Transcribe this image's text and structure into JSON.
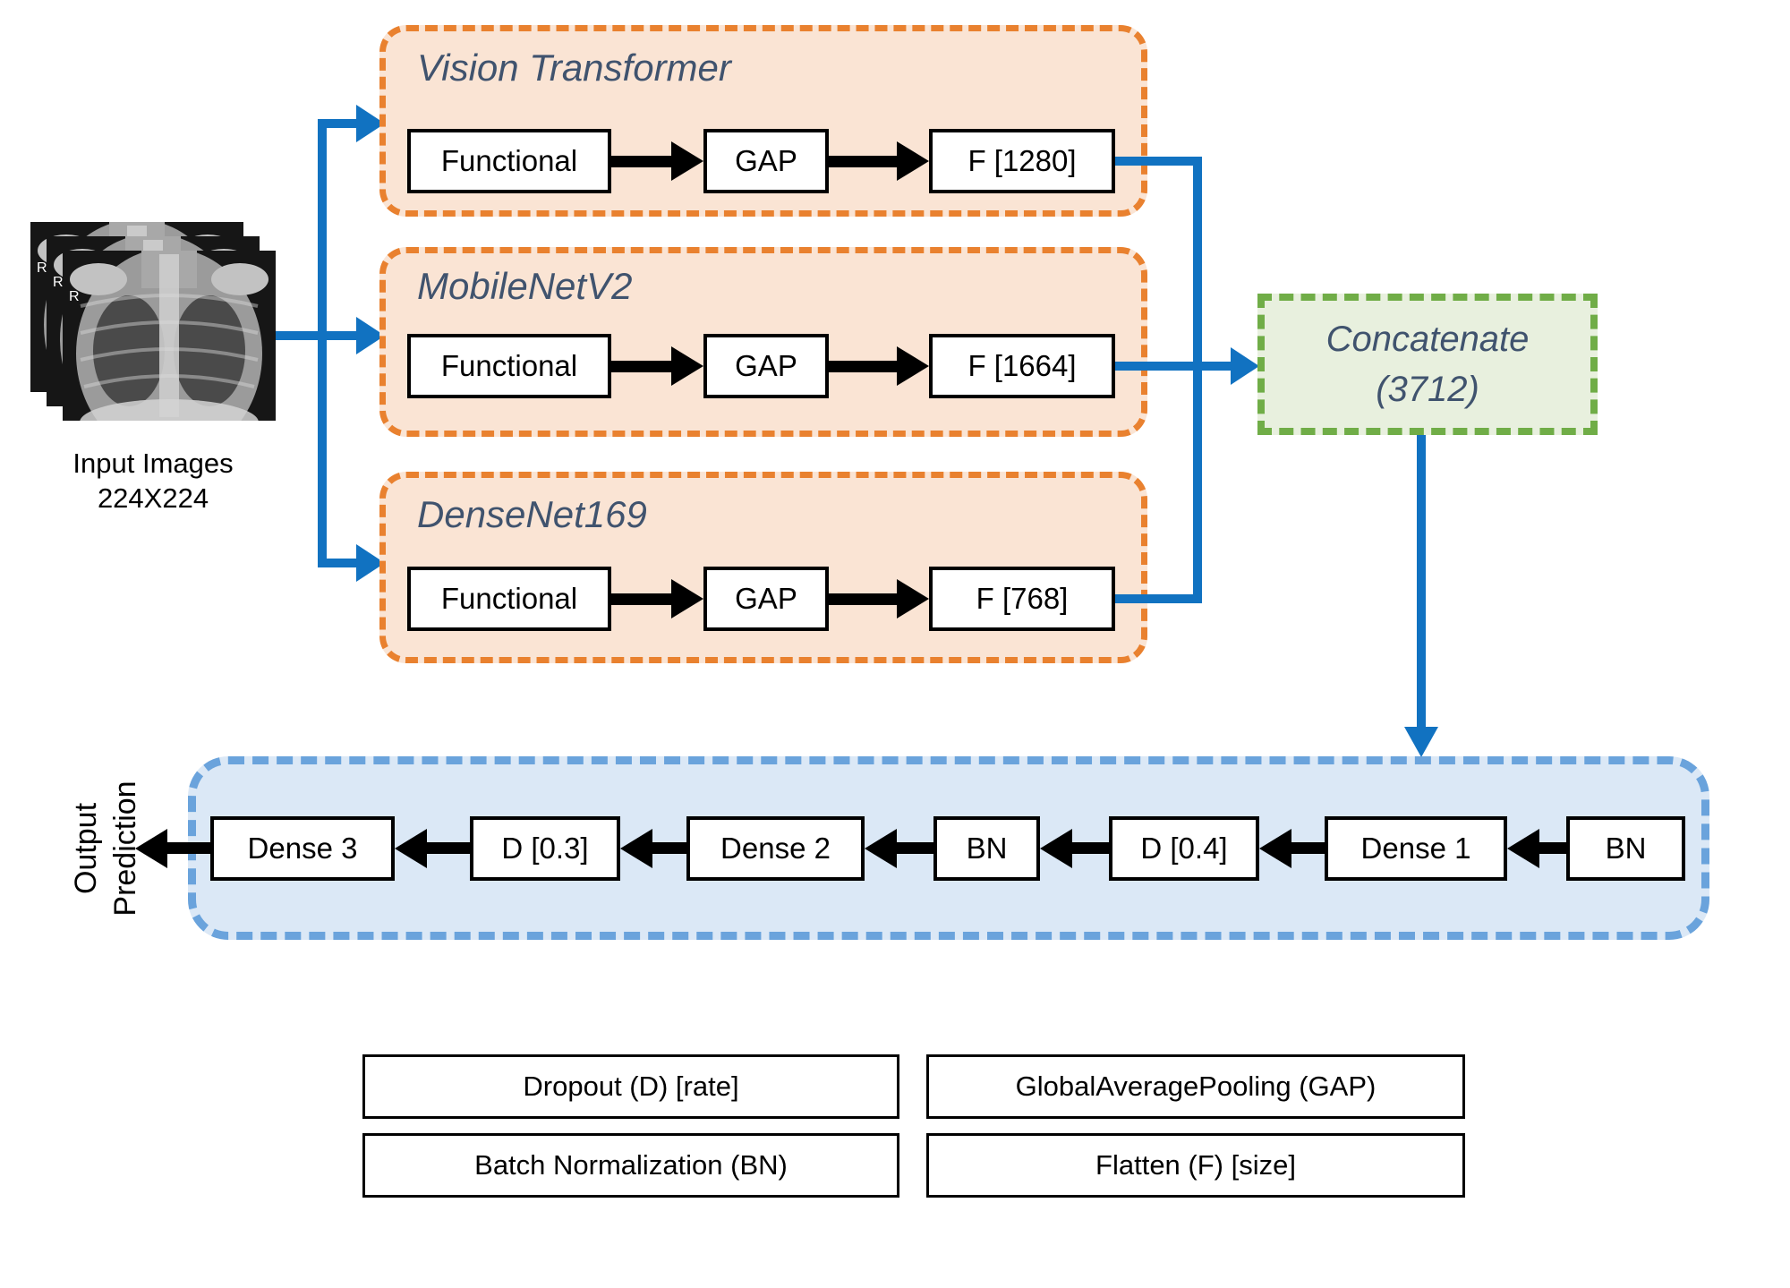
{
  "input": {
    "label_line1": "Input Images",
    "label_line2": "224X224",
    "marker": "R"
  },
  "branches": [
    {
      "title": "Vision Transformer",
      "blocks": [
        "Functional",
        "GAP",
        "F [1280]"
      ]
    },
    {
      "title": "MobileNetV2",
      "blocks": [
        "Functional",
        "GAP",
        "F [1664]"
      ]
    },
    {
      "title": "DenseNet169",
      "blocks": [
        "Functional",
        "GAP",
        "F [768]"
      ]
    }
  ],
  "concatenate": {
    "line1": "Concatenate",
    "line2": "(3712)"
  },
  "classifier": {
    "blocks": [
      "Dense 3",
      "D [0.3]",
      "Dense 2",
      "BN",
      "D [0.4]",
      "Dense 1",
      "BN"
    ],
    "output_line1": "Output",
    "output_line2": "Prediction"
  },
  "legend": {
    "rows": [
      [
        "Dropout (D) [rate]",
        "GlobalAveragePooling (GAP)"
      ],
      [
        "Batch Normalization (BN)",
        "Flatten (F) [size]"
      ]
    ]
  },
  "colors": {
    "branch_border": "#e9812f",
    "branch_fill": "#fae4d4",
    "concat_border": "#70ad47",
    "concat_fill": "#e8f0de",
    "classifier_border": "#6aa3dc",
    "classifier_fill": "#dbe8f6",
    "connector_blue": "#1172c1",
    "title_text": "#40536e"
  }
}
